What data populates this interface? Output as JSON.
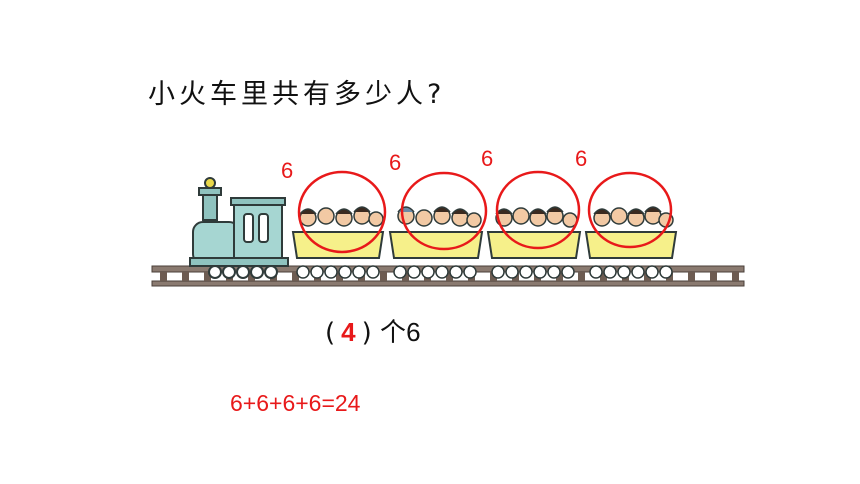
{
  "question": "小火车里共有多少人?",
  "group_labels": [
    "6",
    "6",
    "6",
    "6"
  ],
  "groups": {
    "open_paren": "(",
    "count": "4",
    "close_paren": ")",
    "measure_word": "个",
    "group_size": "6"
  },
  "equation": "6+6+6+6=24",
  "colors": {
    "accent": "#e8191a",
    "car_fill": "#f6f08a",
    "engine_fill": "#a6d6d2",
    "rail": "#7a6a60"
  }
}
